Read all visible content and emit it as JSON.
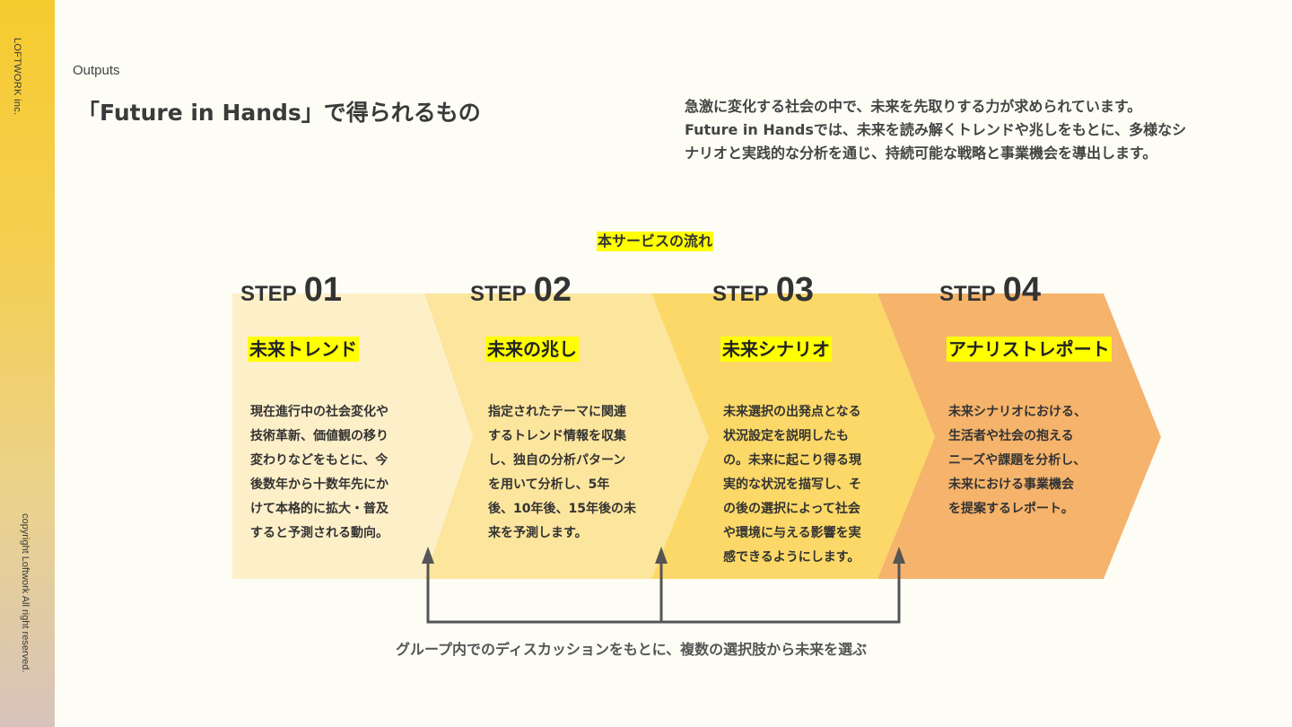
{
  "sidebar": {
    "brand": "LOFTWORK inc.",
    "copyright": "copyright Loftwork All right reserved."
  },
  "header": {
    "section_label": "Outputs",
    "title": "「Future in Hands」で得られるもの"
  },
  "intro": {
    "lines": [
      "急激に変化する社会の中で、未来を先取りする力が求められています。",
      "Future in Handsでは、未来を読み解くトレンドや兆しをもとに、多様なシ",
      "ナリオと実践的な分析を通じ、持続可能な戦略と事業機会を導出します。"
    ]
  },
  "flow": {
    "label": "本サービスの流れ",
    "steps": [
      {
        "step_word": "STEP",
        "step_num": "01",
        "title": "未来トレンド",
        "desc": [
          "現在進行中の社会変化や",
          "技術革新、価値観の移り",
          "変わりなどをもとに、今",
          "後数年から十数年先にか",
          "けて本格的に拡大・普及",
          "すると予測される動向。"
        ],
        "color": "#fdf0c9"
      },
      {
        "step_word": "STEP",
        "step_num": "02",
        "title": "未来の兆し",
        "desc": [
          "指定されたテーマに関連",
          "するトレンド情報を収集",
          "し、独自の分析パターン",
          "を用いて分析し、5年",
          "後、10年後、15年後の未",
          "来を予測します。"
        ],
        "color": "#fce59d"
      },
      {
        "step_word": "STEP",
        "step_num": "03",
        "title": "未来シナリオ",
        "desc": [
          "未来選択の出発点となる",
          "状況設定を説明したも",
          "の。未来に起こり得る現",
          "実的な状況を描写し、そ",
          "の後の選択によって社会",
          "や環境に与える影響を実",
          "感できるようにします。"
        ],
        "color": "#fbd867"
      },
      {
        "step_word": "STEP",
        "step_num": "04",
        "title": "アナリストレポート",
        "desc": [
          "未来シナリオにおける、",
          "生活者や社会の抱える",
          "ニーズや課題を分析し、",
          "未来における事業機会",
          "を提案するレポート。"
        ],
        "color": "#f5b36b"
      }
    ],
    "note": "グループ内でのディスカッションをもとに、複数の選択肢から未来を選ぶ",
    "feedback_color": "#555555"
  }
}
